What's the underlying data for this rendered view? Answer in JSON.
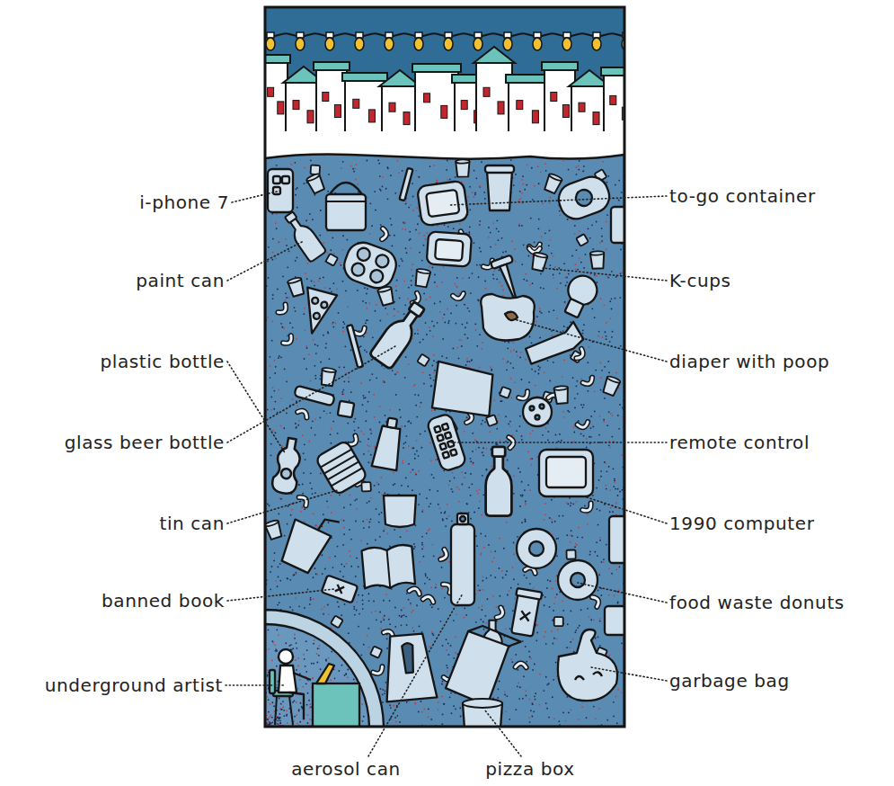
{
  "diagram": {
    "labels": [
      "i-phone 7",
      "paint can",
      "plastic bottle",
      "glass beer bottle",
      "tin can",
      "banned book",
      "underground artist",
      "to-go container",
      "K-cups",
      "diaper with poop",
      "remote control",
      "1990 computer",
      "food waste donuts",
      "garbage bag",
      "aerosol can",
      "pizza box"
    ]
  }
}
